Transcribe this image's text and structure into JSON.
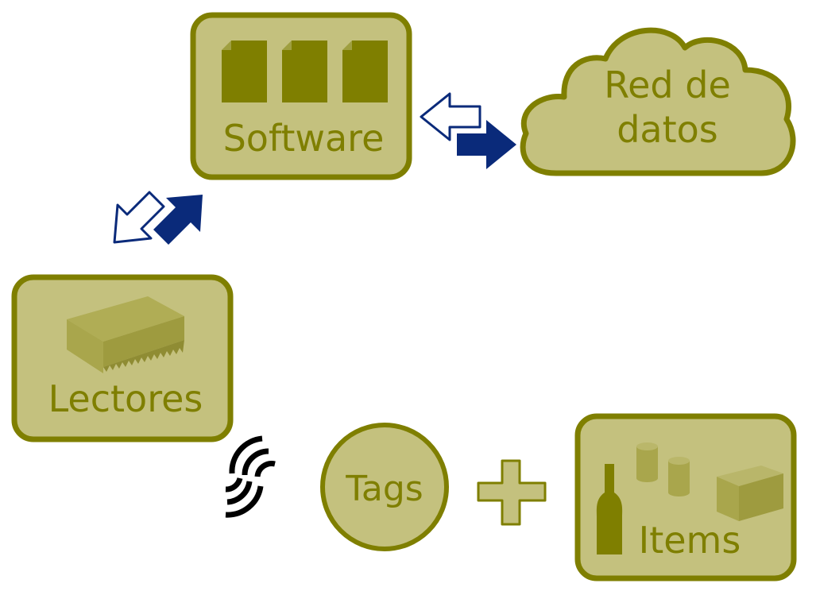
{
  "nodes": {
    "software": {
      "label": "Software",
      "icon": "document-icon"
    },
    "cloud": {
      "line1": "Red de",
      "line2": "datos",
      "icon": "cloud-icon"
    },
    "lectores": {
      "label": "Lectores",
      "icon": "rfid-reader-icon"
    },
    "tags": {
      "label": "Tags"
    },
    "items": {
      "label": "Items",
      "icons": [
        "bottle-icon",
        "can-icon",
        "box-icon"
      ]
    }
  },
  "connectors": [
    "bidirectional-arrow",
    "bidirectional-arrow",
    "radio-wave-icon",
    "plus-icon"
  ],
  "colors": {
    "node_fill": "#c4c17e",
    "node_border": "#7f7f00",
    "text": "#7f7f00",
    "icon_dark": "#7f7f00",
    "arrow_solid": "#0a2a7a",
    "wave": "#000000",
    "plus_fill": "#c4c17e"
  }
}
